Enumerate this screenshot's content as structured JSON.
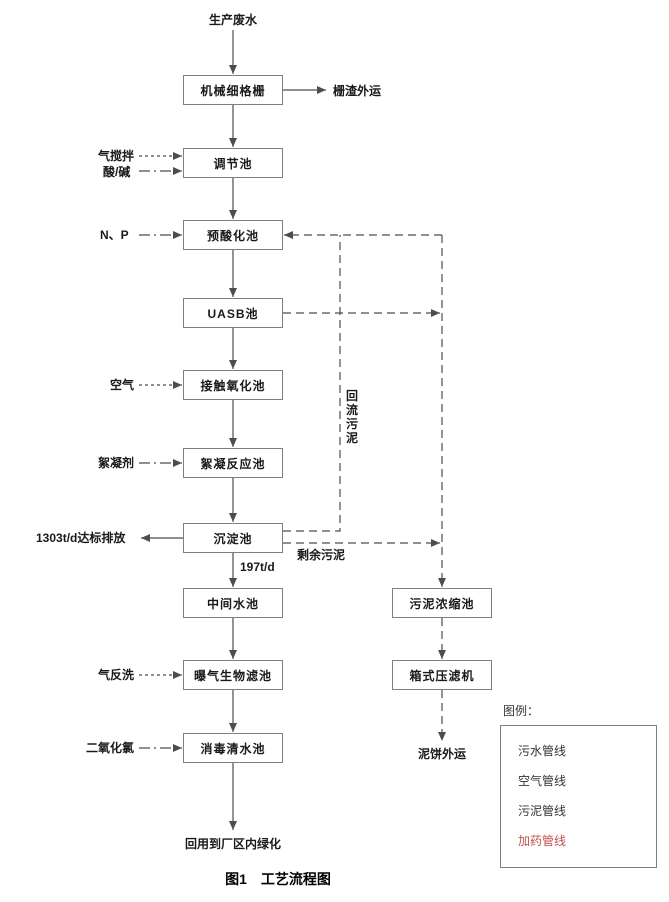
{
  "figure": {
    "caption": "图1　工艺流程图"
  },
  "source": "生产废水",
  "nodes": {
    "screen": "机械细格栅",
    "regulating": "调节池",
    "preacid": "预酸化池",
    "uasb": "UASB池",
    "contact": "接触氧化池",
    "floc": "絮凝反应池",
    "sediment": "沉淀池",
    "intermediate": "中间水池",
    "baf": "曝气生物滤池",
    "disinfect": "消毒清水池",
    "thickener": "污泥浓缩池",
    "press": "箱式压滤机"
  },
  "inputs": {
    "air_mix": "气搅拌",
    "acid": "酸/碱",
    "np": "N、P",
    "air": "空气",
    "floc_agent": "絮凝剂",
    "backwash": "气反洗",
    "clo2": "二氧化氯"
  },
  "outputs": {
    "residue": "栅渣外运",
    "discharge": "1303t/d达标排放",
    "split": "197t/d",
    "reuse": "回用到厂区内绿化",
    "cake": "泥饼外运"
  },
  "streams": {
    "return_sludge": "回流污泥",
    "excess_sludge": "剩余污泥"
  },
  "legend": {
    "title": "图例：",
    "items": [
      {
        "label": "污水管线",
        "style": "solid"
      },
      {
        "label": "空气管线",
        "style": "dotted"
      },
      {
        "label": "污泥管线",
        "style": "dashed"
      },
      {
        "label": "加药管线",
        "style": "dashdot"
      }
    ]
  },
  "colors": {
    "line": "#4d4d4d",
    "box_border": "#7f7f7f",
    "dosing_label": "#c0504d"
  }
}
